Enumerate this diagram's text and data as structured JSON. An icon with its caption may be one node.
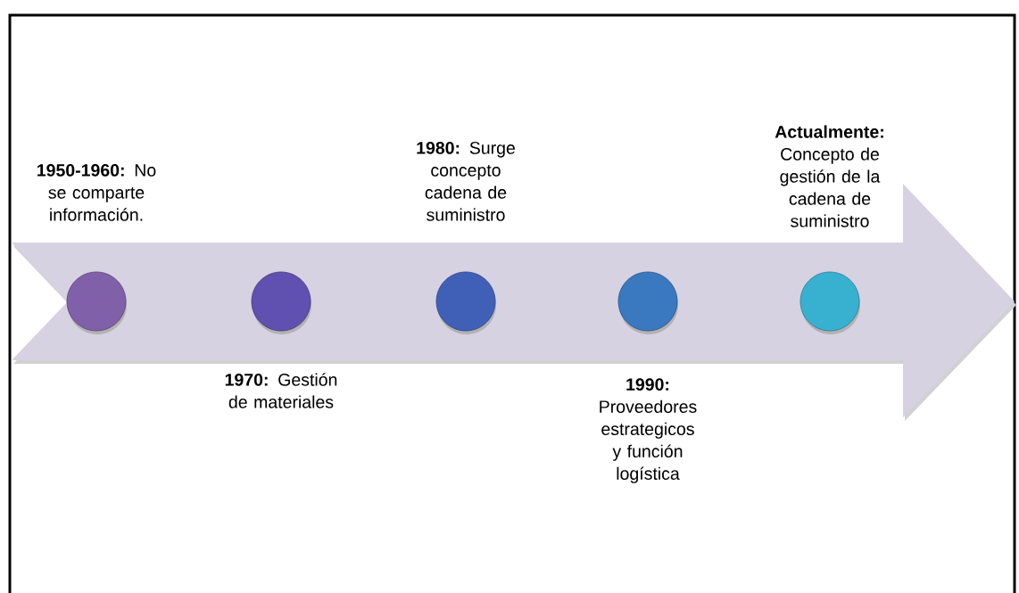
{
  "diagram": {
    "nodes": [
      {
        "text": [],
        "shape": "circle",
        "beside": [
          "**1950-1960:** No se comparte información."
        ]
      },
      {
        "text": [],
        "shape": "circle",
        "beside": [
          "**1970:** Gestión de materiales"
        ]
      },
      {
        "text": [],
        "shape": "circle",
        "beside": [
          "**1980:** Surge concepto cadena de suministro"
        ]
      },
      {
        "text": [],
        "shape": "circle",
        "beside": [
          "**1990:** Proveedores estrategicos y función logística"
        ]
      },
      {
        "text": [],
        "shape": "circle",
        "beside": [
          "**Actualmente:** Concepto de gestión de la cadena de suministro"
        ]
      }
    ]
  }
}
